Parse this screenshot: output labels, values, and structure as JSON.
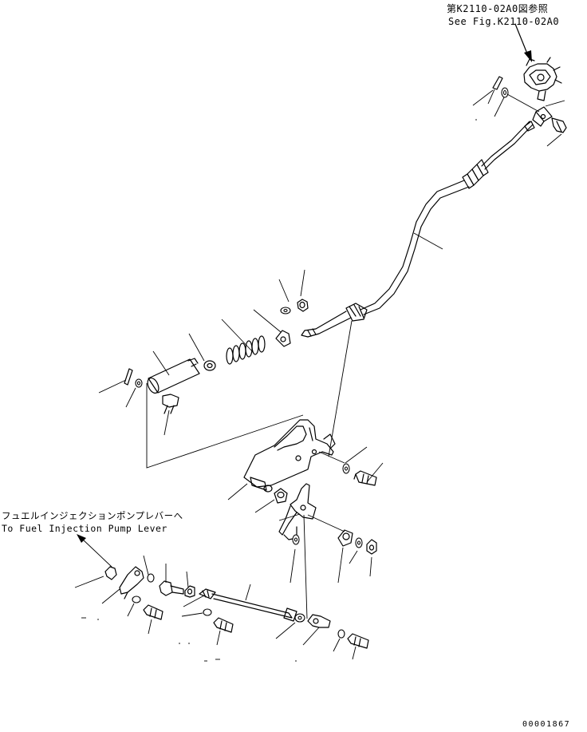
{
  "labels": {
    "reference_jp": "第K2110-02A0図参照",
    "reference_en": "See Fig.K2110-02A0",
    "destination_jp": "フュエルインジェクションポンプレバーへ",
    "destination_en": "To Fuel Injection Pump Lever",
    "document_number": "00001867"
  }
}
